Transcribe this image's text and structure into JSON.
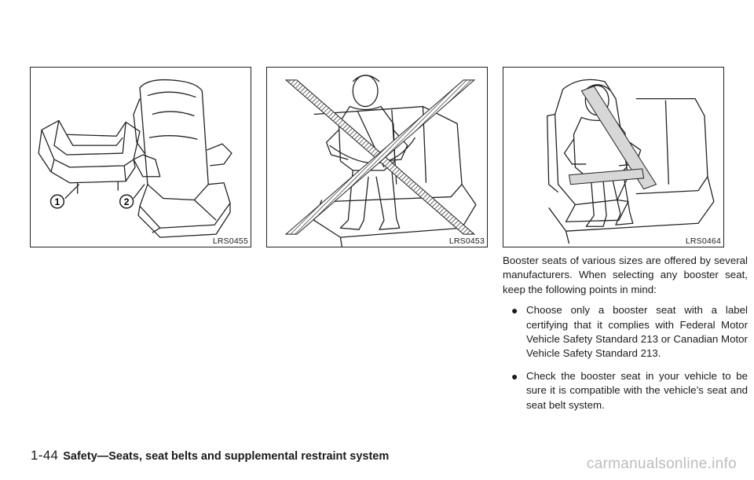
{
  "figures": [
    {
      "code": "LRS0455",
      "callouts": [
        "1",
        "2"
      ]
    },
    {
      "code": "LRS0453"
    },
    {
      "code": "LRS0464"
    }
  ],
  "body": {
    "intro": "Booster seats of various sizes are offered by several manufacturers. When selecting any booster seat, keep the following points in mind:",
    "bullets": [
      "Choose only a booster seat with a label certifying that it complies with Federal Motor Vehicle Safety Standard 213 or Canadian Motor Vehicle Safety Standard 213.",
      "Check the booster seat in your vehicle to be sure it is compatible with the vehicle’s seat and seat belt system."
    ],
    "bullet_symbol": "●"
  },
  "footer": {
    "page_number": "1-44",
    "section_title": "Safety—Seats, seat belts and supplemental restraint system"
  },
  "watermark": "carmanualsonline.info"
}
